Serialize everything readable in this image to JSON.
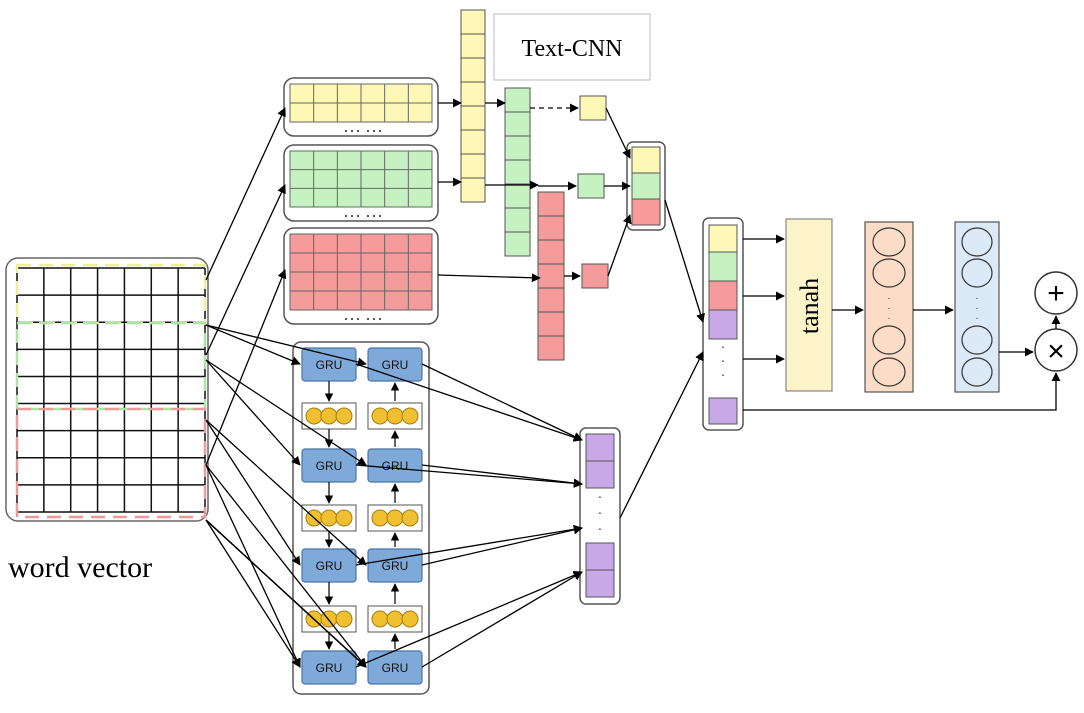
{
  "labels": {
    "text_cnn": "Text-CNN",
    "word_vector": "word vector",
    "gru": "GRU",
    "tanh": "tanah",
    "plus": "+",
    "times": "×"
  },
  "colors": {
    "yellow": "#fdf8b6",
    "green": "#c6f2c2",
    "red": "#f59b9b",
    "purple": "#c9a8e8",
    "gru_blue": "#7fa9d9",
    "gold_node": "#f0c030",
    "tanh_fill": "#fdf3c8",
    "peach": "#fbdcc7",
    "light_blue": "#dce9f6",
    "dash_yellow": "#f1ee9a",
    "dash_green": "#a9e6a0",
    "dash_red": "#ef9a9a"
  },
  "rows": {
    "gru_rows": 4,
    "memory_rows": 3
  }
}
